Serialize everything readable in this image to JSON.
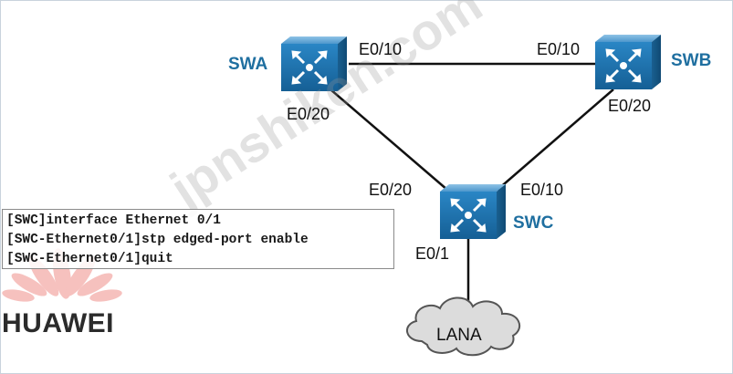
{
  "devices": {
    "swa": {
      "name": "SWA"
    },
    "swb": {
      "name": "SWB"
    },
    "swc": {
      "name": "SWC"
    }
  },
  "ports": {
    "swa_to_swb": "E0/10",
    "swb_to_swa": "E0/10",
    "swa_to_swc": "E0/20",
    "swb_to_swc": "E0/20",
    "swc_to_swa": "E0/20",
    "swc_to_swb": "E0/10",
    "swc_to_lan": "E0/1"
  },
  "lan": {
    "name": "LANA"
  },
  "cli": {
    "lines": [
      {
        "prompt": "[SWC]",
        "command": "interface Ethernet 0/1"
      },
      {
        "prompt": "[SWC-Ethernet0/1]",
        "command": "stp edged-port enable"
      },
      {
        "prompt": "[SWC-Ethernet0/1]",
        "command": "quit"
      }
    ]
  },
  "brand": {
    "name": "HUAWEI",
    "color": "#e2231a"
  },
  "watermark": {
    "text": "jpnshiken.com"
  },
  "colors": {
    "switch_body": "#1b6fa8",
    "link": "#111111",
    "device_label": "#1f6fa0"
  }
}
